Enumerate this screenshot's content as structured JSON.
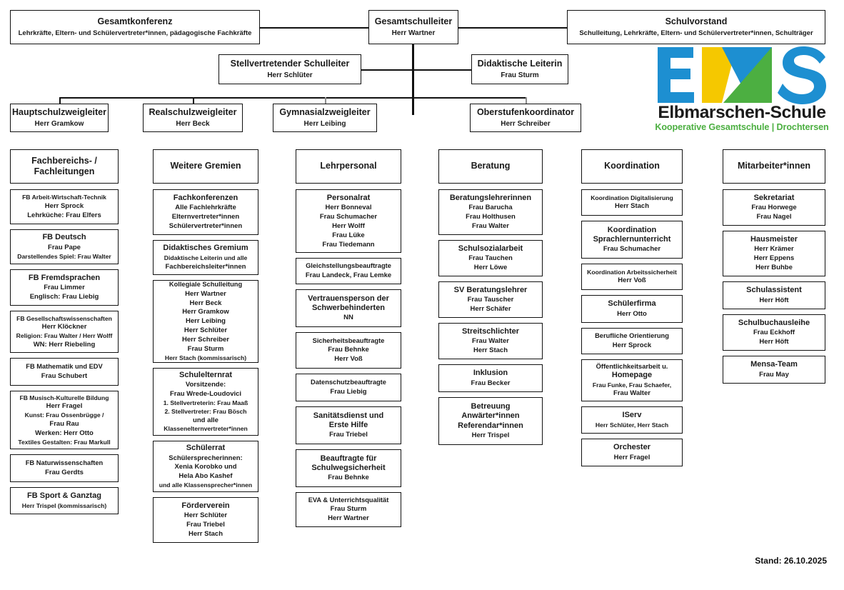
{
  "title": "Organigramm Elbmarschen-Schule",
  "footer": {
    "stand": "Stand: 26.10.2025"
  },
  "logo": {
    "name": "Elbmarschen-Schule",
    "subtitle": "Kooperative Gesamtschule | Drochtersen",
    "colors": {
      "blue": "#1d8fd1",
      "yellow": "#f5c800",
      "green": "#4caf41",
      "text": "#1a1a1a"
    }
  },
  "hierarchy": {
    "gesamtkonferenz": {
      "title": "Gesamtkonferenz",
      "subtitle": "Lehrkräfte, Eltern- und Schülervertreter*innen, pädagogische Fachkräfte"
    },
    "gesamtschulleiter": {
      "title": "Gesamtschulleiter",
      "subtitle": "Herr Wartner"
    },
    "schulvorstand": {
      "title": "Schulvorstand",
      "subtitle": "Schulleitung, Lehrkräfte, Eltern- und Schülervertreter*innen, Schulträger"
    },
    "stellvertretender_schulleiter": {
      "title": "Stellvertretender Schulleiter",
      "subtitle": "Herr Schlüter"
    },
    "didaktische_leiterin": {
      "title": "Didaktische Leiterin",
      "subtitle": "Frau Sturm"
    },
    "hauptschulzweigleiter": {
      "title": "Hauptschulzweigleiter",
      "subtitle": "Herr Gramkow"
    },
    "realschulzweigleiter": {
      "title": "Realschulzweigleiter",
      "subtitle": "Herr Beck"
    },
    "gymnasialzweigleiter": {
      "title": "Gymnasialzweigleiter",
      "subtitle": "Herr Leibing"
    },
    "oberstufenkoordinator": {
      "title": "Oberstufenkoordinator",
      "subtitle": "Herr Schreiber"
    }
  },
  "columns": [
    {
      "id": "fachbereichs-fachleitungen",
      "header": "Fachbereichs- /\nFachleitungen",
      "header_lines": [
        "Fachbereichs- /",
        "Fachleitungen"
      ],
      "items": [
        {
          "title": "FB Arbeit-Wirtschaft-Technik",
          "lines": [
            "Herr Sprock",
            "Lehrküche: Frau Elfers"
          ]
        },
        {
          "title": "FB Deutsch",
          "lines": [
            "Frau Pape",
            "Darstellendes Spiel: Frau Walter"
          ]
        },
        {
          "title": "FB Fremdsprachen",
          "lines": [
            "Frau Limmer",
            "Englisch: Frau Liebig"
          ]
        },
        {
          "title": "FB Gesellschaftswissenschaften",
          "lines": [
            "Herr Klöckner",
            "Religion: Frau Walter / Herr Wolff",
            "WN: Herr Riebeling"
          ]
        },
        {
          "title": "FB Mathematik und EDV",
          "lines": [
            "Frau Schubert"
          ]
        },
        {
          "title": "FB Musisch-Kulturelle Bildung",
          "lines": [
            "Herr Fragel",
            "Kunst: Frau Ossenbrügge /",
            "Frau Rau",
            "Werken: Herr Otto",
            "Textiles Gestalten: Frau Markull"
          ]
        },
        {
          "title": "FB Naturwissenschaften",
          "lines": [
            "Frau Gerdts"
          ]
        },
        {
          "title": "FB Sport & Ganztag",
          "lines": [
            "Herr Trispel (kommissarisch)"
          ]
        }
      ]
    },
    {
      "id": "weitere-gremien",
      "header": "Weitere Gremien",
      "header_lines": [
        "Weitere Gremien"
      ],
      "items": [
        {
          "title": "Fachkonferenzen",
          "lines": [
            "Alle Fachlehrkräfte",
            "Elternvertreter*innen",
            "Schülervertreter*innen"
          ]
        },
        {
          "title": "Didaktisches Gremium",
          "lines": [
            "Didaktische Leiterin und alle",
            "Fachbereichsleiter*innen"
          ]
        },
        {
          "title": "Kollegiale Schulleitung",
          "lines": [
            "Herr Wartner",
            "Herr Beck",
            "Herr Gramkow",
            "Herr Leibing",
            "Herr Schlüter",
            "Herr Schreiber",
            "Frau Sturm",
            "Herr Stach (kommissarisch)"
          ]
        },
        {
          "title": "Schulelternrat",
          "lines": [
            "Vorsitzende:",
            "Frau Wrede-Loudovici",
            "1. Stellvertreterin: Frau Maaß",
            "2. Stellvertreter: Frau Bösch",
            "und alle",
            "Klassenelternvertreter*innen"
          ]
        },
        {
          "title": "Schülerrat",
          "lines": [
            "Schülersprecherinnen:",
            "Xenia Korobko und",
            "Hela Abo Kashef",
            "und alle Klassensprecher*innen"
          ]
        },
        {
          "title": "Förderverein",
          "lines": [
            "Herr Schlüter",
            "Frau Triebel",
            "Herr Stach"
          ]
        }
      ]
    },
    {
      "id": "lehrpersonal",
      "header": "Lehrpersonal",
      "header_lines": [
        "Lehrpersonal"
      ],
      "items": [
        {
          "title": "Personalrat",
          "lines": [
            "Herr Bonneval",
            "Frau Schumacher",
            "Herr Wolff",
            "Frau Lüke",
            "Frau Tiedemann"
          ]
        },
        {
          "title": "Gleichstellungsbeauftragte",
          "lines": [
            "Frau Landeck, Frau Lemke"
          ]
        },
        {
          "title": "Vertrauensperson der\nSchwerbehinderten",
          "title_lines": [
            "Vertrauensperson der",
            "Schwerbehinderten"
          ],
          "lines": [
            "NN"
          ]
        },
        {
          "title": "Sicherheitsbeauftragte",
          "lines": [
            "Frau Behnke",
            "Herr Voß"
          ]
        },
        {
          "title": "Datenschutzbeauftragte",
          "lines": [
            "Frau Liebig"
          ]
        },
        {
          "title": "Sanitätsdienst und\nErste Hilfe",
          "title_lines": [
            "Sanitätsdienst und",
            "Erste Hilfe"
          ],
          "lines": [
            "Frau Triebel"
          ]
        },
        {
          "title": "Beauftragte für\nSchulwegsicherheit",
          "title_lines": [
            "Beauftragte für",
            "Schulwegsicherheit"
          ],
          "lines": [
            "Frau Behnke"
          ]
        },
        {
          "title": "EVA & Unterrichtsqualität",
          "lines": [
            "Frau Sturm",
            "Herr Wartner"
          ]
        }
      ]
    },
    {
      "id": "beratung",
      "header": "Beratung",
      "header_lines": [
        "Beratung"
      ],
      "items": [
        {
          "title": "Beratungslehrerinnen",
          "lines": [
            "Frau Barucha",
            "Frau Holthusen",
            "Frau Walter"
          ]
        },
        {
          "title": "Schulsozialarbeit",
          "lines": [
            "Frau Tauchen",
            "Herr Löwe"
          ]
        },
        {
          "title": "SV Beratungslehrer",
          "lines": [
            "Frau Tauscher",
            "Herr Schäfer"
          ]
        },
        {
          "title": "Streitschlichter",
          "lines": [
            "Frau Walter",
            "Herr Stach"
          ]
        },
        {
          "title": "Inklusion",
          "lines": [
            "Frau Becker"
          ]
        },
        {
          "title": "Betreuung\nAnwärter*innen\nReferendar*innen",
          "title_lines": [
            "Betreuung",
            "Anwärter*innen",
            "Referendar*innen"
          ],
          "lines": [
            "Herr Trispel"
          ]
        }
      ]
    },
    {
      "id": "koordination",
      "header": "Koordination",
      "header_lines": [
        "Koordination"
      ],
      "items": [
        {
          "title": "Koordination Digitalisierung",
          "lines": [
            "Herr Stach"
          ]
        },
        {
          "title": "Koordination\nSprachlernunterricht",
          "title_lines": [
            "Koordination",
            "Sprachlernunterricht"
          ],
          "lines": [
            "Frau Schumacher"
          ]
        },
        {
          "title": "Koordination Arbeitssicherheit",
          "lines": [
            "Herr Voß"
          ]
        },
        {
          "title": "Schülerfirma",
          "lines": [
            "Herr Otto"
          ]
        },
        {
          "title": "Berufliche Orientierung",
          "lines": [
            "Herr Sprock"
          ]
        },
        {
          "title": "Öffentlichkeitsarbeit u.\nHomepage",
          "title_lines": [
            "Öffentlichkeitsarbeit u.",
            "Homepage"
          ],
          "lines": [
            "Frau Funke, Frau Schaefer,",
            "Frau Walter"
          ]
        },
        {
          "title": "IServ",
          "lines": [
            "Herr Schlüter, Herr Stach"
          ]
        },
        {
          "title": "Orchester",
          "lines": [
            "Herr Fragel"
          ]
        }
      ]
    },
    {
      "id": "mitarbeiterinnen",
      "header": "Mitarbeiter*innen",
      "header_lines": [
        "Mitarbeiter*innen"
      ],
      "items": [
        {
          "title": "Sekretariat",
          "lines": [
            "Frau Horwege",
            "Frau Nagel"
          ]
        },
        {
          "title": "Hausmeister",
          "lines": [
            "Herr Krämer",
            "Herr Eppens",
            "Herr Buhbe"
          ]
        },
        {
          "title": "Schulassistent",
          "lines": [
            "Herr Höft"
          ]
        },
        {
          "title": "Schulbuchausleihe",
          "lines": [
            "Frau Eckhoff",
            "Herr Höft"
          ]
        },
        {
          "title": "Mensa-Team",
          "lines": [
            "Frau May"
          ]
        }
      ]
    }
  ],
  "layout": {
    "column_x": [
      14,
      214,
      414,
      614,
      814,
      1012
    ],
    "column_w": [
      152,
      148,
      148,
      146,
      142,
      144
    ]
  }
}
